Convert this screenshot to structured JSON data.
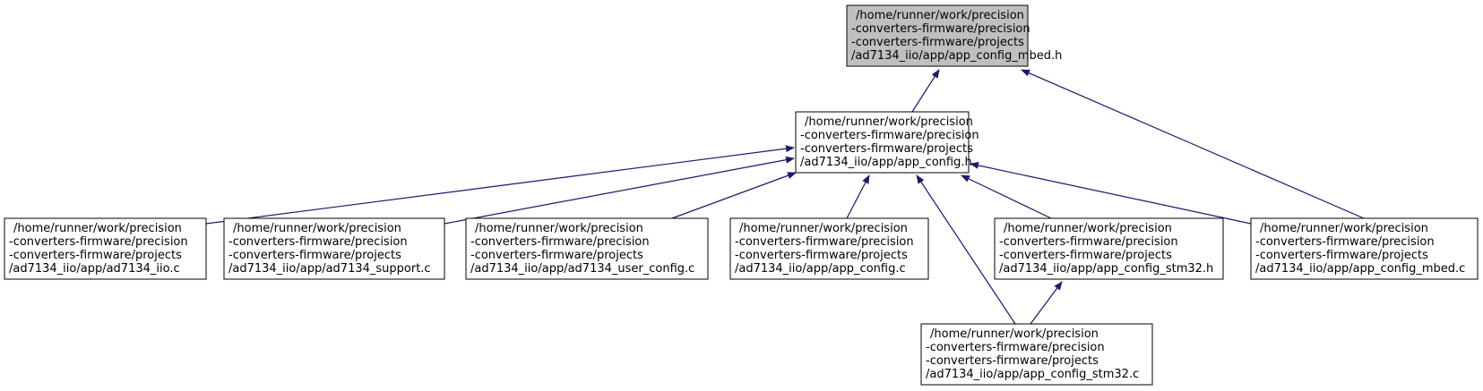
{
  "colors": {
    "edge": "#191970",
    "highlight_fill": "#bfbfbf",
    "node_fill": "#ffffff",
    "node_border": "#000000"
  },
  "nodes": [
    {
      "id": "app_config_mbed_h",
      "highlight": true,
      "lines": [
        "/home/runner/work/precision",
        "-converters-firmware/precision",
        "-converters-firmware/projects",
        "/ad7134_iio/app/app_config_mbed.h"
      ]
    },
    {
      "id": "app_config_h",
      "lines": [
        "/home/runner/work/precision",
        "-converters-firmware/precision",
        "-converters-firmware/projects",
        "/ad7134_iio/app/app_config.h"
      ]
    },
    {
      "id": "ad7134_iio_c",
      "lines": [
        "/home/runner/work/precision",
        "-converters-firmware/precision",
        "-converters-firmware/projects",
        "/ad7134_iio/app/ad7134_iio.c"
      ]
    },
    {
      "id": "ad7134_support_c",
      "lines": [
        "/home/runner/work/precision",
        "-converters-firmware/precision",
        "-converters-firmware/projects",
        "/ad7134_iio/app/ad7134_support.c"
      ]
    },
    {
      "id": "ad7134_user_config_c",
      "lines": [
        "/home/runner/work/precision",
        "-converters-firmware/precision",
        "-converters-firmware/projects",
        "/ad7134_iio/app/ad7134_user_config.c"
      ]
    },
    {
      "id": "app_config_c",
      "lines": [
        "/home/runner/work/precision",
        "-converters-firmware/precision",
        "-converters-firmware/projects",
        "/ad7134_iio/app/app_config.c"
      ]
    },
    {
      "id": "app_config_stm32_h",
      "lines": [
        "/home/runner/work/precision",
        "-converters-firmware/precision",
        "-converters-firmware/projects",
        "/ad7134_iio/app/app_config_stm32.h"
      ]
    },
    {
      "id": "app_config_mbed_c",
      "lines": [
        "/home/runner/work/precision",
        "-converters-firmware/precision",
        "-converters-firmware/projects",
        "/ad7134_iio/app/app_config_mbed.c"
      ]
    },
    {
      "id": "app_config_stm32_c",
      "lines": [
        "/home/runner/work/precision",
        "-converters-firmware/precision",
        "-converters-firmware/projects",
        "/ad7134_iio/app/app_config_stm32.c"
      ]
    }
  ],
  "edges": [
    {
      "from": "app_config_h",
      "to": "app_config_mbed_h"
    },
    {
      "from": "app_config_mbed_c",
      "to": "app_config_mbed_h"
    },
    {
      "from": "ad7134_iio_c",
      "to": "app_config_h"
    },
    {
      "from": "ad7134_support_c",
      "to": "app_config_h"
    },
    {
      "from": "ad7134_user_config_c",
      "to": "app_config_h"
    },
    {
      "from": "app_config_c",
      "to": "app_config_h"
    },
    {
      "from": "app_config_stm32_h",
      "to": "app_config_h"
    },
    {
      "from": "app_config_mbed_c",
      "to": "app_config_h"
    },
    {
      "from": "app_config_stm32_c",
      "to": "app_config_h"
    },
    {
      "from": "app_config_stm32_c",
      "to": "app_config_stm32_h"
    }
  ]
}
